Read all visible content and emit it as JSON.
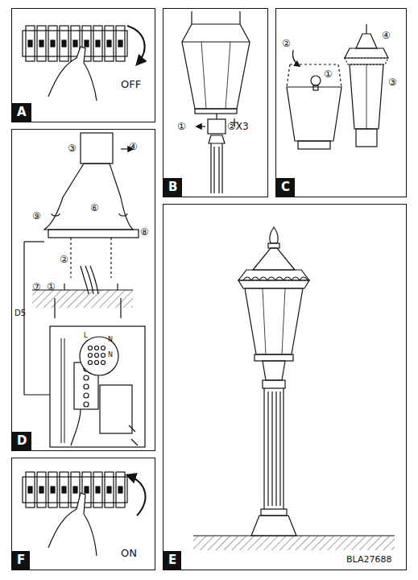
{
  "diagram": {
    "nodes": [
      {
        "text": [
          "A"
        ]
      },
      {
        "text": [
          "B"
        ]
      },
      {
        "text": [
          "C"
        ]
      },
      {
        "text": [
          "D"
        ]
      },
      {
        "text": [
          "E"
        ]
      },
      {
        "text": [
          "F"
        ]
      }
    ],
    "labels": [
      "OFF",
      "①",
      "②X3",
      "②",
      "①",
      "④",
      "③",
      "④",
      "③",
      "⑥",
      "⑨",
      "⑧",
      "②",
      "⑦",
      "①",
      "D5",
      "L",
      "N",
      "N",
      "ON",
      "BLA27688"
    ]
  }
}
